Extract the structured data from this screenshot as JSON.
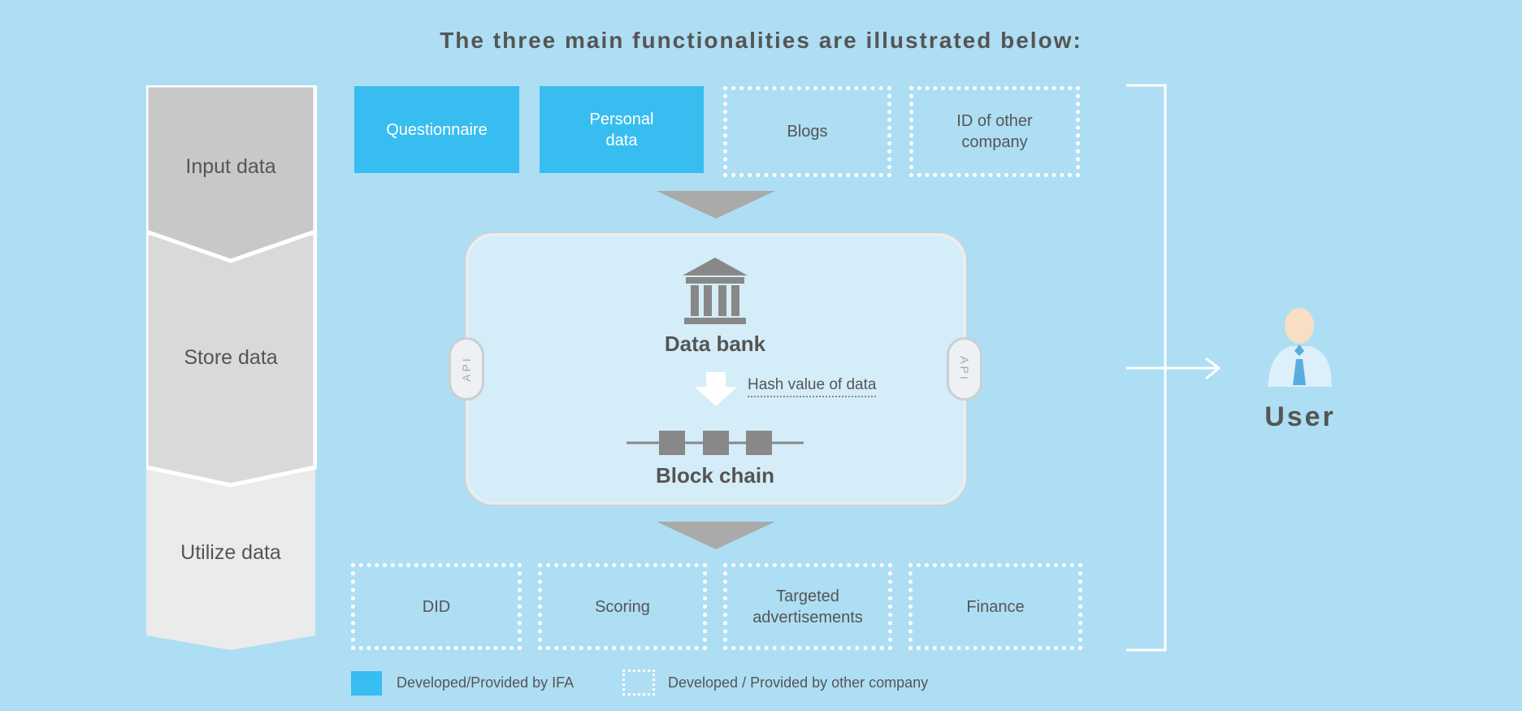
{
  "title": "The three main functionalities are illustrated below:",
  "stages": [
    {
      "label": "Input data"
    },
    {
      "label": "Store data"
    },
    {
      "label": "Utilize data"
    }
  ],
  "input_boxes": [
    {
      "label": "Questionnaire",
      "provider": "IFA"
    },
    {
      "label": "Personal data",
      "provider": "IFA"
    },
    {
      "label": "Blogs",
      "provider": "other"
    },
    {
      "label": "ID of other company",
      "provider": "other"
    }
  ],
  "store": {
    "api_left": "API",
    "api_right": "API",
    "data_bank": "Data bank",
    "hash_label": "Hash value of data",
    "block_chain": "Block chain"
  },
  "output_boxes": [
    {
      "label": "DID"
    },
    {
      "label": "Scoring"
    },
    {
      "label": "Targeted advertisements"
    },
    {
      "label": "Finance"
    }
  ],
  "user_label": "User",
  "legend": {
    "ifa": "Developed/Provided by IFA",
    "other": "Developed / Provided by other company"
  },
  "colors": {
    "background": "#aedef4",
    "ifa_blue": "#38bdf0"
  }
}
